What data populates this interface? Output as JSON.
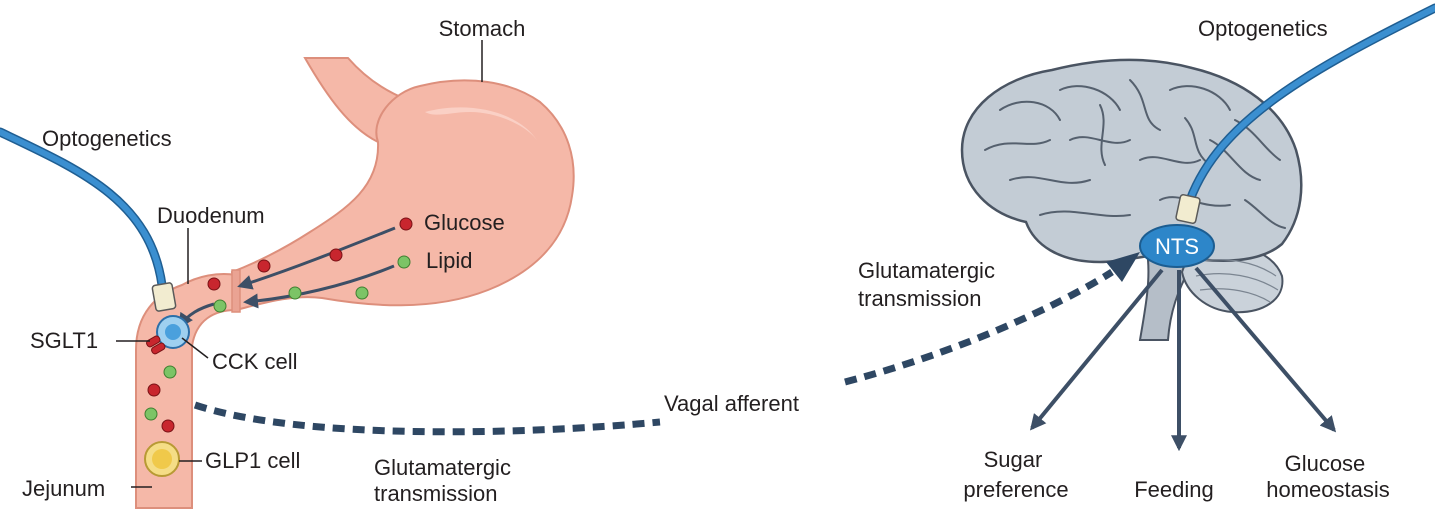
{
  "labels": {
    "stomach": "Stomach",
    "optogenetics_left": "Optogenetics",
    "duodenum": "Duodenum",
    "glucose": "Glucose",
    "lipid": "Lipid",
    "sglt1": "SGLT1",
    "cck_cell": "CCK cell",
    "glp1_cell": "GLP1 cell",
    "jejunum": "Jejunum",
    "glutamatergic_bottom": [
      "Glutamatergic",
      "transmission"
    ],
    "vagal_afferent": "Vagal afferent",
    "glutamatergic_top": [
      "Glutamatergic",
      "transmission"
    ],
    "optogenetics_right": "Optogenetics",
    "nts": "NTS",
    "sugar_preference": [
      "Sugar",
      "preference"
    ],
    "feeding": "Feeding",
    "glucose_homeostasis": [
      "Glucose",
      "homeostasis"
    ]
  },
  "colors": {
    "gut_fill": "#f5b8a8",
    "gut_outline": "#dd8f7c",
    "glucose_dot": "#c8262e",
    "lipid_dot": "#7cc466",
    "fiber": "#3b8fd0",
    "nts_fill": "#2d86c9",
    "brain_fill": "#c3ccd5",
    "arrow": "#3d4f66",
    "dash": "#2e4763"
  }
}
